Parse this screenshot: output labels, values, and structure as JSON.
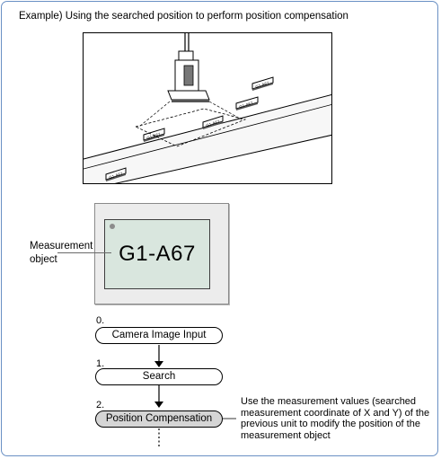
{
  "title": "Example) Using the searched position to perform position compensation",
  "illustration": {
    "workpiece_label": "G1-A67"
  },
  "monitor": {
    "screen_text": "G1-A67",
    "callout": "Measurement object"
  },
  "flow": {
    "steps": [
      {
        "number": "0.",
        "label": "Camera Image Input"
      },
      {
        "number": "1.",
        "label": "Search"
      },
      {
        "number": "2.",
        "label": "Position Compensation"
      }
    ],
    "note": "Use the measurement values (searched measurement coordinate of X and Y) of the previous unit to modify the position of the measurement object"
  }
}
